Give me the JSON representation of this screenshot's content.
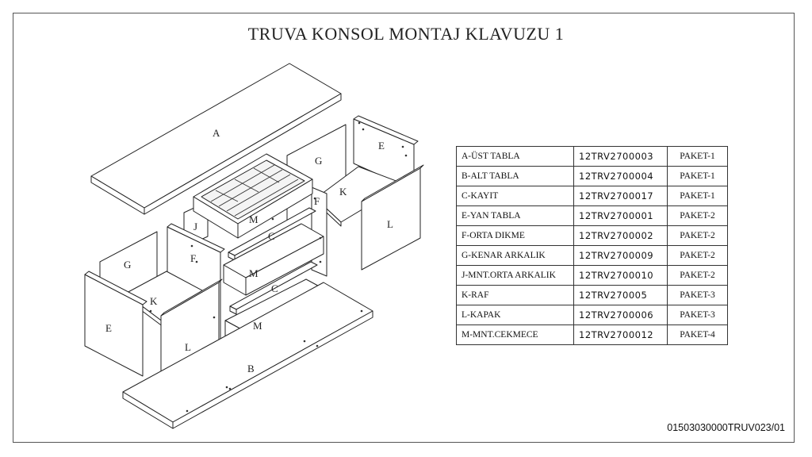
{
  "title": "TRUVA KONSOL MONTAJ KLAVUZU 1",
  "labels": {
    "a": "A",
    "b": "B",
    "c1": "C",
    "c2": "C",
    "e1": "E",
    "e2": "E",
    "f1": "F",
    "f2": "F",
    "g1": "G",
    "g2": "G",
    "j": "J",
    "k1": "K",
    "k2": "K",
    "l1": "L",
    "l2": "L",
    "m1": "M",
    "m2": "M",
    "m3": "M"
  },
  "parts": [
    {
      "name": "A-ÜST TABLA",
      "code": "12TRV2700003",
      "package": "PAKET-1"
    },
    {
      "name": "B-ALT TABLA",
      "code": "12TRV2700004",
      "package": "PAKET-1"
    },
    {
      "name": "C-KAYIT",
      "code": "12TRV2700017",
      "package": "PAKET-1"
    },
    {
      "name": "E-YAN TABLA",
      "code": "12TRV2700001",
      "package": "PAKET-2"
    },
    {
      "name": "F-ORTA DIKME",
      "code": "12TRV2700002",
      "package": "PAKET-2"
    },
    {
      "name": "G-KENAR ARKALIK",
      "code": "12TRV2700009",
      "package": "PAKET-2"
    },
    {
      "name": "J-MNT.ORTA ARKALIK",
      "code": "12TRV2700010",
      "package": "PAKET-2"
    },
    {
      "name": "K-RAF",
      "code": "12TRV270005",
      "package": "PAKET-3"
    },
    {
      "name": "L-KAPAK",
      "code": "12TRV2700006",
      "package": "PAKET-3"
    },
    {
      "name": "M-MNT.CEKMECE",
      "code": "12TRV2700012",
      "package": "PAKET-4"
    }
  ],
  "document_code": "01503030000TRUV023/01"
}
